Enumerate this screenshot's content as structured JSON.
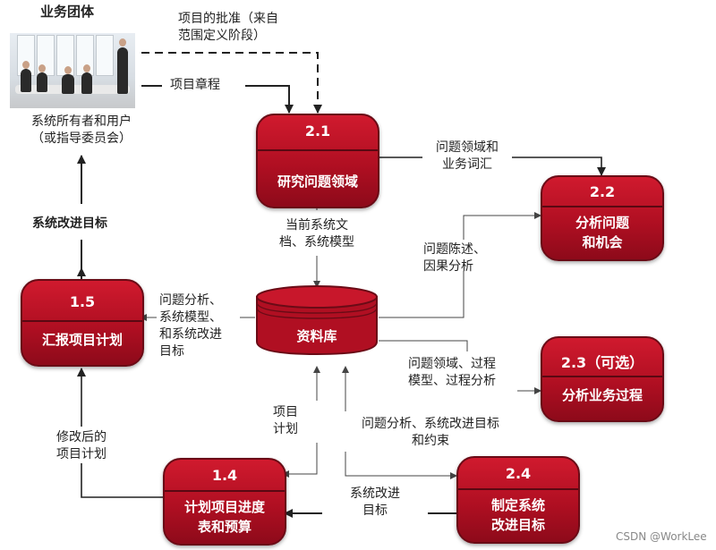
{
  "stakeholder": {
    "title": "业务团体",
    "caption": "系统所有者和用户\n（或指导委员会）",
    "photo_icon": "business-meeting-photo"
  },
  "processes": {
    "p2_1": {
      "number": "2.1",
      "name": "研究问题领域"
    },
    "p2_2": {
      "number": "2.2",
      "name": "分析问题\n和机会"
    },
    "p2_3": {
      "number": "2.3（可选）",
      "name": "分析业务过程"
    },
    "p2_4": {
      "number": "2.4",
      "name": "制定系统\n改进目标"
    },
    "p1_4": {
      "number": "1.4",
      "name": "计划项目进度\n表和预算"
    },
    "p1_5": {
      "number": "1.5",
      "name": "汇报项目计划"
    }
  },
  "datastore": {
    "name": "资料库"
  },
  "flows": {
    "approval": "项目的批准（来自\n范围定义阶段）",
    "charter": "项目章程",
    "domain_vocab": "问题领域和\n业务词汇",
    "current_docs": "当前系统文\n档、系统模型",
    "problem_statement": "问题陈述、\n因果分析",
    "to_report": "问题分析、\n系统模型、\n和系统改进\n目标",
    "process_models": "问题领域、过程\n模型、过程分析",
    "project_plan": "项目\n计划",
    "analysis_objectives": "问题分析、系统改进目标\n和约束",
    "revised_plan": "修改后的\n项目计划",
    "improvement_objectives": "系统改进\n目标",
    "report_objectives": "系统改进目标"
  },
  "watermark": "CSDN @WorkLee",
  "colors": {
    "process_fill": "#b00f22",
    "process_border": "#6a0b16",
    "wire": "#222222"
  }
}
